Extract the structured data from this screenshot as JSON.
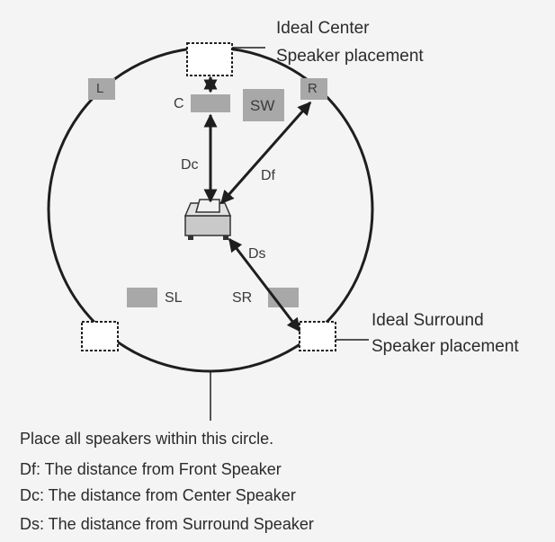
{
  "callouts": {
    "center_line1": "Ideal Center",
    "center_line2": "Speaker placement",
    "surround_line1": "Ideal Surround",
    "surround_line2": "Speaker placement"
  },
  "speakers": {
    "front_left": "L",
    "center": "C",
    "subwoofer": "SW",
    "front_right": "R",
    "surround_left": "SL",
    "surround_right": "SR"
  },
  "distances": {
    "dc": "Dc",
    "df": "Df",
    "ds": "Ds"
  },
  "notes": {
    "circle_note": "Place all speakers within this circle.",
    "df_def": "Df: The distance from Front Speaker",
    "dc_def": "Dc: The distance from Center Speaker",
    "ds_def": "Ds: The distance from Surround Speaker"
  },
  "colors": {
    "speaker_fill": "#a8a8a8",
    "line": "#1e1e1e"
  }
}
